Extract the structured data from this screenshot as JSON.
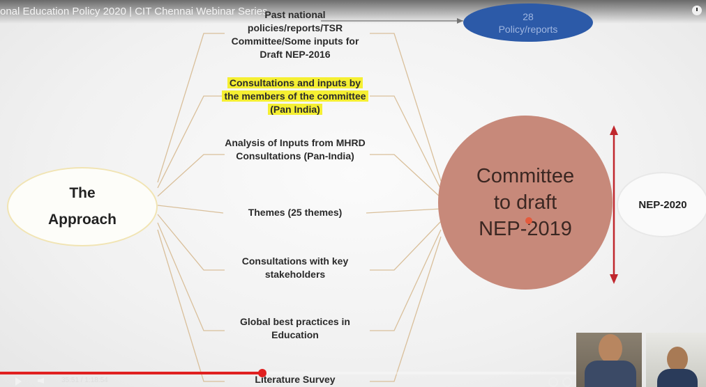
{
  "video": {
    "title": "onal Education Policy 2020 | CIT Chennai Webinar Series",
    "time": "35:51 / 1:18:54"
  },
  "diagram": {
    "center": {
      "line1": "The",
      "line2": "Approach"
    },
    "items": [
      {
        "text": "Past national policies/reports/TSR Committee/Some inputs for Draft NEP-2016",
        "highlight": false
      },
      {
        "text": "Consultations and inputs by the members of the committee (Pan India)",
        "highlight": true
      },
      {
        "text": "Analysis of Inputs from MHRD Consultations (Pan-India)",
        "highlight": false
      },
      {
        "text": "Themes (25 themes)",
        "highlight": false
      },
      {
        "text": "Consultations with key stakeholders",
        "highlight": false
      },
      {
        "text": "Global best practices in Education",
        "highlight": false
      },
      {
        "text": "Literature Survey",
        "highlight": false
      }
    ],
    "policy_oval": {
      "line1": "28",
      "line2": "Policy/reports"
    },
    "committee": {
      "line1": "Committee",
      "line2": "to draft",
      "line3": "NEP-2019"
    },
    "result": "NEP-2020"
  },
  "colors": {
    "highlight": "#f5ef32",
    "committee": "#c7897a",
    "arrow": "#c0272d",
    "policy_oval": "#2c5aa8",
    "progress": "#e02020"
  },
  "player": {
    "progress_fraction": 0.455
  }
}
